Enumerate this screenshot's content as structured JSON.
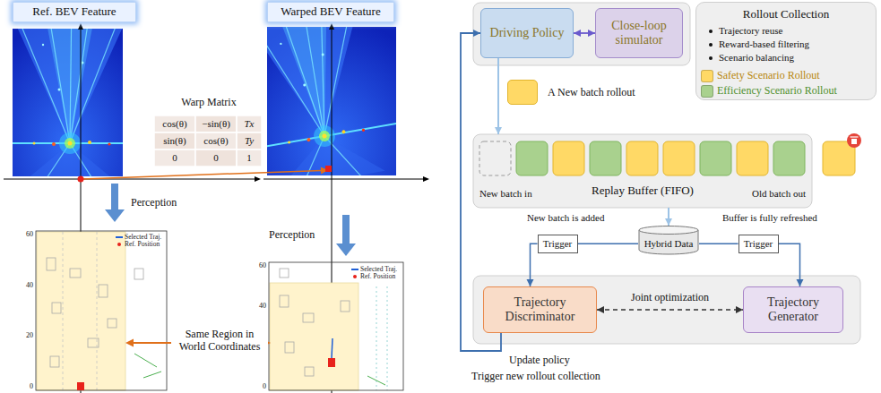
{
  "diagram": {
    "nodes": [
      {
        "text": [
          "Ref. BEV Feature"
        ]
      },
      {
        "text": [
          "Warped BEV Feature"
        ]
      },
      {
        "text": [
          "Driving Policy"
        ]
      },
      {
        "text": [
          "Close-loop simulator"
        ]
      },
      {
        "text": [
          "Rollout Collection",
          "Trajectory reuse",
          "Reward-based filtering",
          "Scenario balancing"
        ]
      },
      {
        "text": [
          "A New batch rollout"
        ]
      },
      {
        "text": [
          "Replay Buffer (FIFO)",
          "New batch in",
          "Old batch out"
        ]
      },
      {
        "text": [
          "Trigger"
        ]
      },
      {
        "text": [
          "Hybrid Data"
        ]
      },
      {
        "text": [
          "Trigger"
        ]
      },
      {
        "text": [
          "Trajectory Discriminator"
        ]
      },
      {
        "text": [
          "Trajectory Generator"
        ]
      }
    ],
    "edges": [
      {
        "from": 2,
        "to": 3,
        "arrow": "both"
      },
      {
        "from": 2,
        "to": 6,
        "arrow": "to"
      },
      {
        "from": 6,
        "to": 8,
        "arrow": "to"
      },
      {
        "from": 8,
        "to": 7,
        "arrow": "none"
      },
      {
        "from": 7,
        "to": 10,
        "arrow": "to"
      },
      {
        "from": 8,
        "to": 9,
        "arrow": "none"
      },
      {
        "from": 9,
        "to": 11,
        "arrow": "to"
      },
      {
        "from": 10,
        "to": 11,
        "label": "Joint optimization",
        "arrow": "both"
      },
      {
        "from": 10,
        "to": 2,
        "label": "Update policy",
        "arrow": "to"
      }
    ],
    "labels": [
      "Warp Matrix",
      "cos(θ)",
      "−sin(θ)",
      "Tx",
      "sin(θ)",
      "cos(θ)",
      "Ty",
      "0",
      "0",
      "1",
      "Perception",
      "Perception",
      "60",
      "40",
      "20",
      "0",
      "60",
      "40",
      "20",
      "0",
      "Same Region in World Coordinates",
      "New batch is added",
      "Buffer is fully refreshed",
      "Trigger new rollout collection"
    ],
    "legend": [
      {
        "text": "Safety Scenario Rollout",
        "color": "#ffd966"
      },
      {
        "text": "Efficiency Scenario Rollout",
        "color": "#a9d18e"
      },
      {
        "text": "Selected Traj."
      },
      {
        "text": "Ref. Position"
      },
      {
        "text": "Selected Traj."
      },
      {
        "text": "Ref. Position"
      }
    ]
  }
}
